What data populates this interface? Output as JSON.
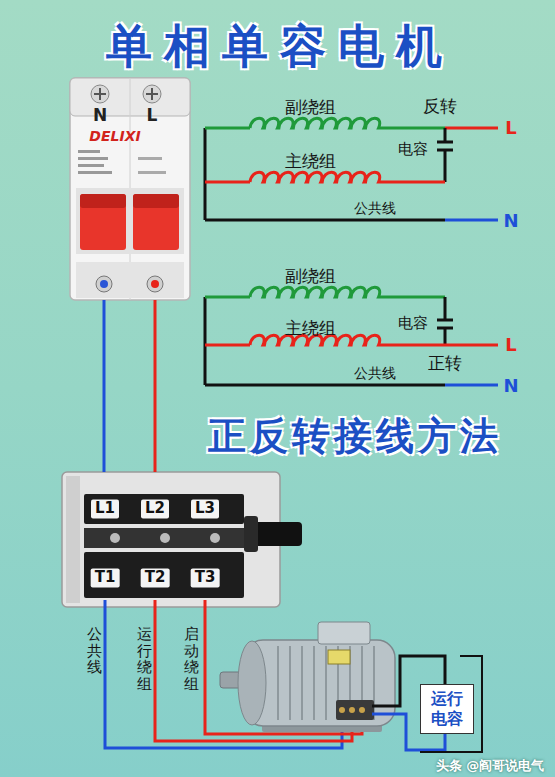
{
  "diagram": {
    "title": "单相单容电机",
    "nodes": [
      {
        "text": [
          "N",
          "L",
          "DELIXI"
        ]
      },
      {
        "text": [
          "L1",
          "L2",
          "L3",
          "T1",
          "T2",
          "T3"
        ]
      },
      {
        "text": [
          "运行电容"
        ]
      }
    ],
    "edges": [
      {
        "from": 0,
        "to": 1,
        "arrow": "none"
      },
      {
        "from": 0,
        "to": 1,
        "arrow": "none"
      }
    ],
    "labels": [
      "副绕组",
      "反转",
      "L",
      "电容",
      "主绕组",
      "公共线",
      "N",
      "副绕组",
      "电容",
      "主绕组",
      "正转",
      "L",
      "公共线",
      "N",
      "正反转接线方法",
      "公共线",
      "运行绕组",
      "启动绕组",
      "头条 @阎哥说电气"
    ]
  }
}
